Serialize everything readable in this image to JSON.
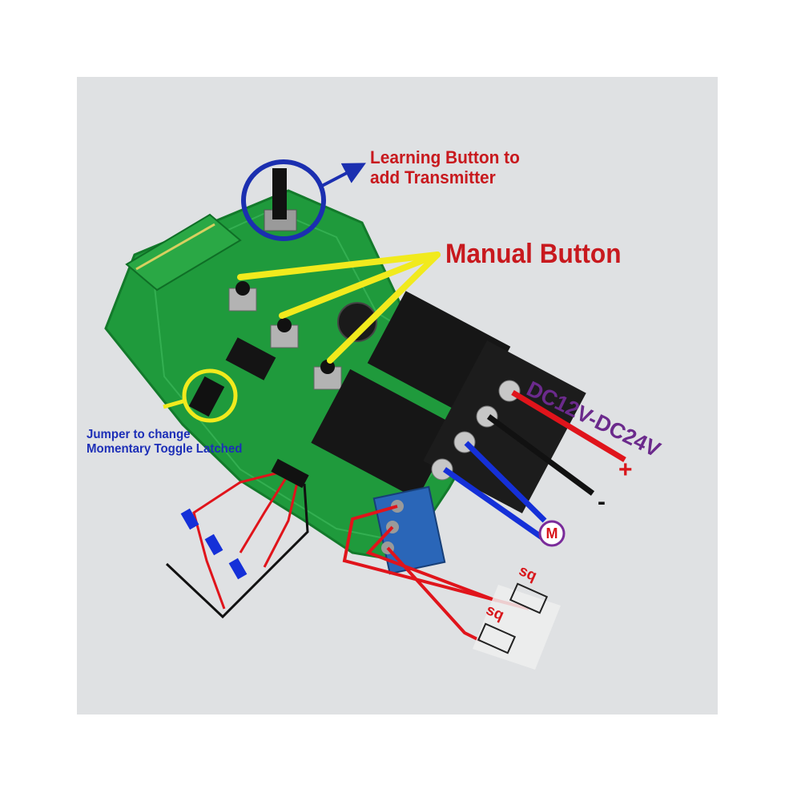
{
  "labels": {
    "learning_line1": "Learning Button to",
    "learning_line2": "add Transmitter",
    "manual": "Manual Button",
    "power": "DC12V-DC24V",
    "jumper_line1": "Jumper to change",
    "jumper_line2": "Momentary Toggle Latched",
    "plus": "+",
    "minus": "-",
    "motor": "M",
    "limit_switch_1": "sq",
    "limit_switch_2": "sq"
  },
  "colors": {
    "annotation_red": "#c8191e",
    "manual_arrow": "#f1ea1d",
    "learning_circle": "#1b2fb0",
    "jumper_text": "#1d2fb7",
    "power_text": "#6b2a8c",
    "pcb_green": "#1f9a3c",
    "wire_red": "#e0141b",
    "wire_black": "#111111",
    "wire_blue": "#1530d8",
    "motor_circle": "#7a2b9a"
  }
}
